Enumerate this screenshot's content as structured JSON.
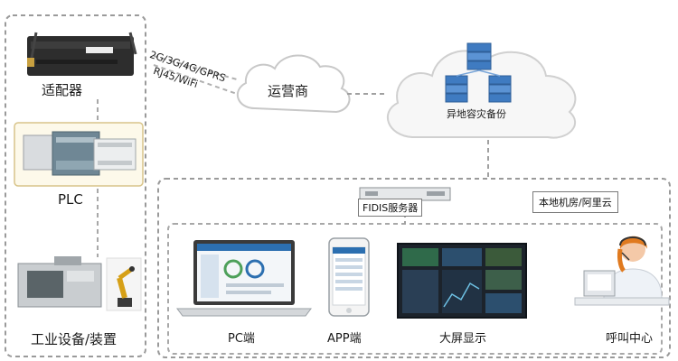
{
  "left_column": {
    "adapter_label": "适配器",
    "plc_label": "PLC",
    "equipment_label": "工业设备/装置"
  },
  "links": {
    "wireless_label": "2G/3G/4G/GPRS",
    "wired_label": "RJ45/WiFi"
  },
  "cloud": {
    "operator_label": "运营商",
    "backup_label": "异地容灾备份"
  },
  "server": {
    "label": "FIDIS服务器",
    "location_label": "本地机房/阿里云"
  },
  "clients": [
    {
      "label": "PC端"
    },
    {
      "label": "APP端"
    },
    {
      "label": "大屏显示"
    },
    {
      "label": "呼叫中心"
    }
  ],
  "colors": {
    "dash": "#9a9a9a",
    "plc_box_border": "#d8c48a",
    "plc_box_fill": "#fdf9ea",
    "cloud_stroke": "#c8c8c8",
    "server_blue": "#3f7bc1",
    "device_dark": "#2a2a2a"
  }
}
